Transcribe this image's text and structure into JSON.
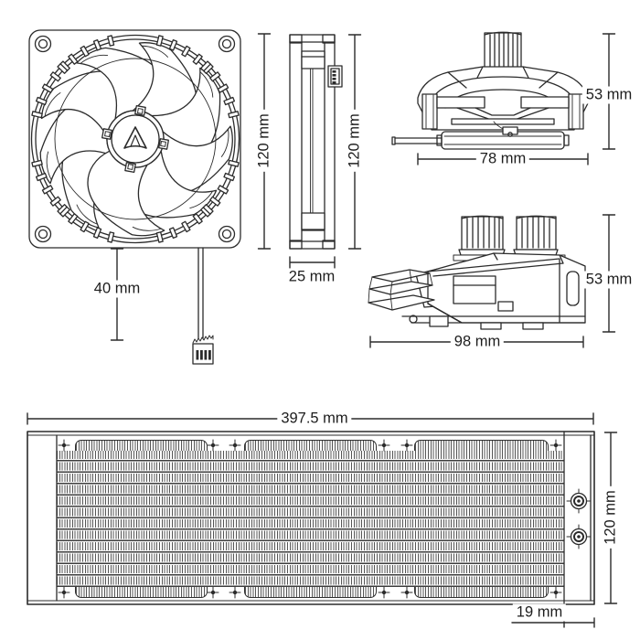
{
  "diagram": {
    "product": "liquid cooler technical line drawing",
    "colors": {
      "line": "#2b2b2b",
      "background": "#ffffff"
    },
    "icons": {
      "fan_hub_logo": "arctic-a-logo",
      "fan_connector": "4-pin-pwm-connector",
      "radiator_ports": "hose-fitting-ports"
    },
    "dimensions": {
      "fan_front_height": "120 mm",
      "fan_cable_length": "40 mm",
      "fan_side_height": "120 mm",
      "fan_side_depth": "25 mm",
      "pump_front_height": "53 mm",
      "pump_front_width": "78 mm",
      "pump_side_height": "53 mm",
      "pump_side_length": "98 mm",
      "radiator_length": "397.5 mm",
      "radiator_height": "120 mm",
      "radiator_end_tank_width": "19 mm"
    }
  }
}
